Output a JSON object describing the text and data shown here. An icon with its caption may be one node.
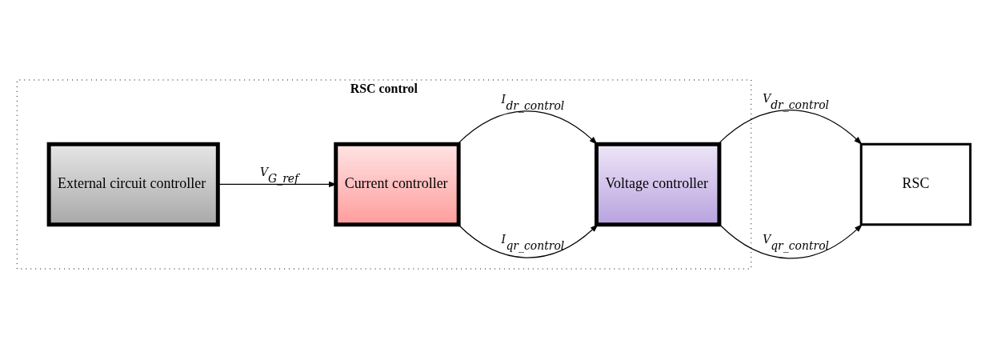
{
  "diagram": {
    "nodes": [
      {
        "text": [
          "RSC control"
        ]
      },
      {
        "text": [
          "External circuit controller"
        ],
        "in": 0
      },
      {
        "text": [
          "Current controller"
        ],
        "in": 0
      },
      {
        "text": [
          "Voltage controller"
        ],
        "in": 0
      },
      {
        "text": [
          "RSC"
        ]
      }
    ],
    "edges": [
      {
        "from": 1,
        "to": 2,
        "arrow": "to",
        "label": "V$_{G_ref}$"
      },
      {
        "from": 2,
        "to": 3,
        "arrow": "to",
        "label": "I$_{dr_control}$"
      },
      {
        "from": 2,
        "to": 3,
        "arrow": "to",
        "label": "I$_{qr_control}$"
      },
      {
        "from": 3,
        "to": 4,
        "arrow": "to",
        "label": "V$_{dr_control}$"
      },
      {
        "from": 3,
        "to": 4,
        "arrow": "to",
        "label": "V$_{qr_control}$"
      }
    ]
  }
}
